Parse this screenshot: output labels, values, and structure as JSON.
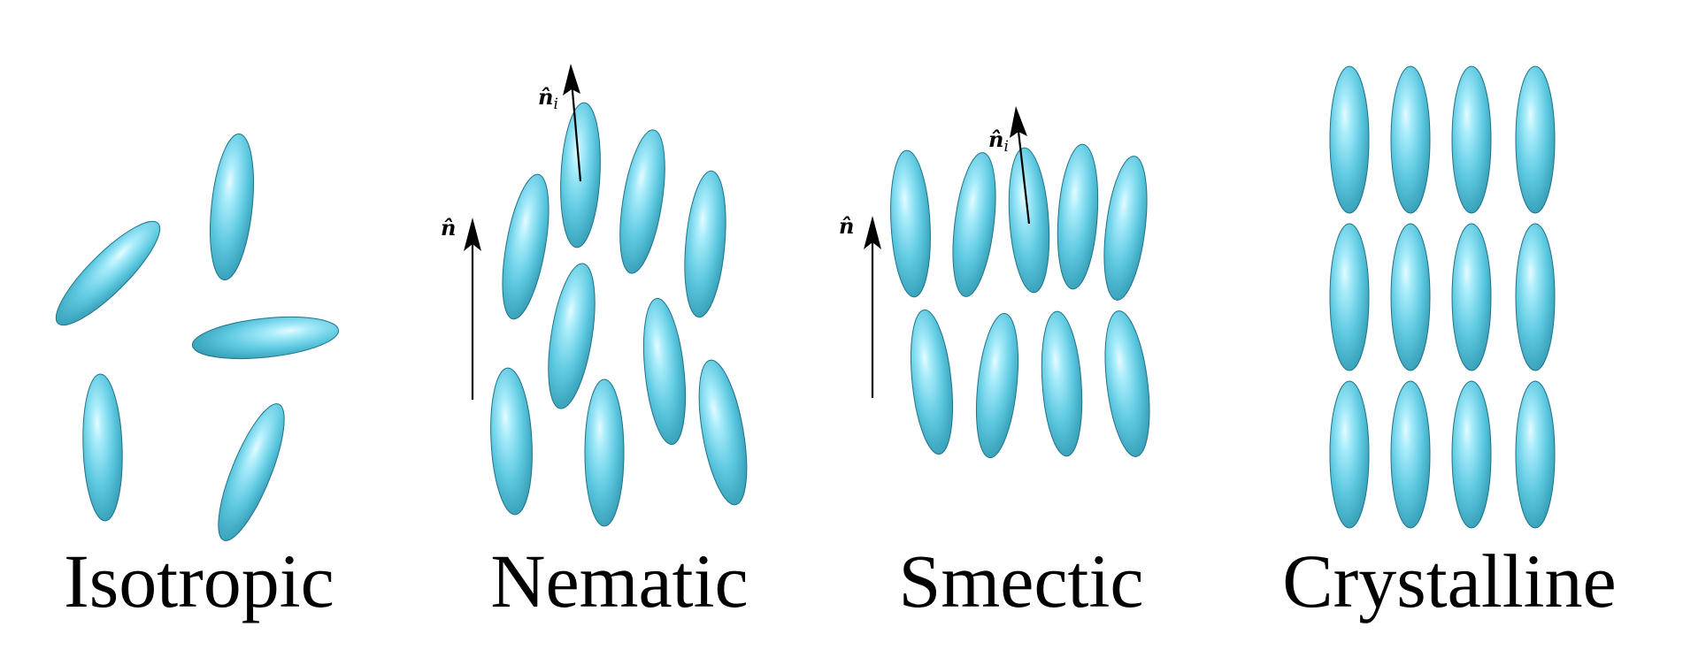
{
  "phases": [
    {
      "id": "isotropic",
      "label": "Isotropic",
      "director": null,
      "local_director": null
    },
    {
      "id": "nematic",
      "label": "Nematic",
      "director": {
        "symbol": "n̂",
        "subscript": ""
      },
      "local_director": {
        "symbol": "n̂",
        "subscript": "i"
      }
    },
    {
      "id": "smectic",
      "label": "Smectic",
      "director": {
        "symbol": "n̂",
        "subscript": ""
      },
      "local_director": {
        "symbol": "n̂",
        "subscript": "i"
      }
    },
    {
      "id": "crystalline",
      "label": "Crystalline",
      "director": null,
      "local_director": null
    }
  ],
  "colors": {
    "ellipsoid_highlight": "#c8f4ff",
    "ellipsoid_mid": "#5cc8e0",
    "ellipsoid_shadow": "#2a8ca4",
    "ellipsoid_edge": "#1f7488",
    "arrow": "#000000",
    "label": "#000000"
  }
}
